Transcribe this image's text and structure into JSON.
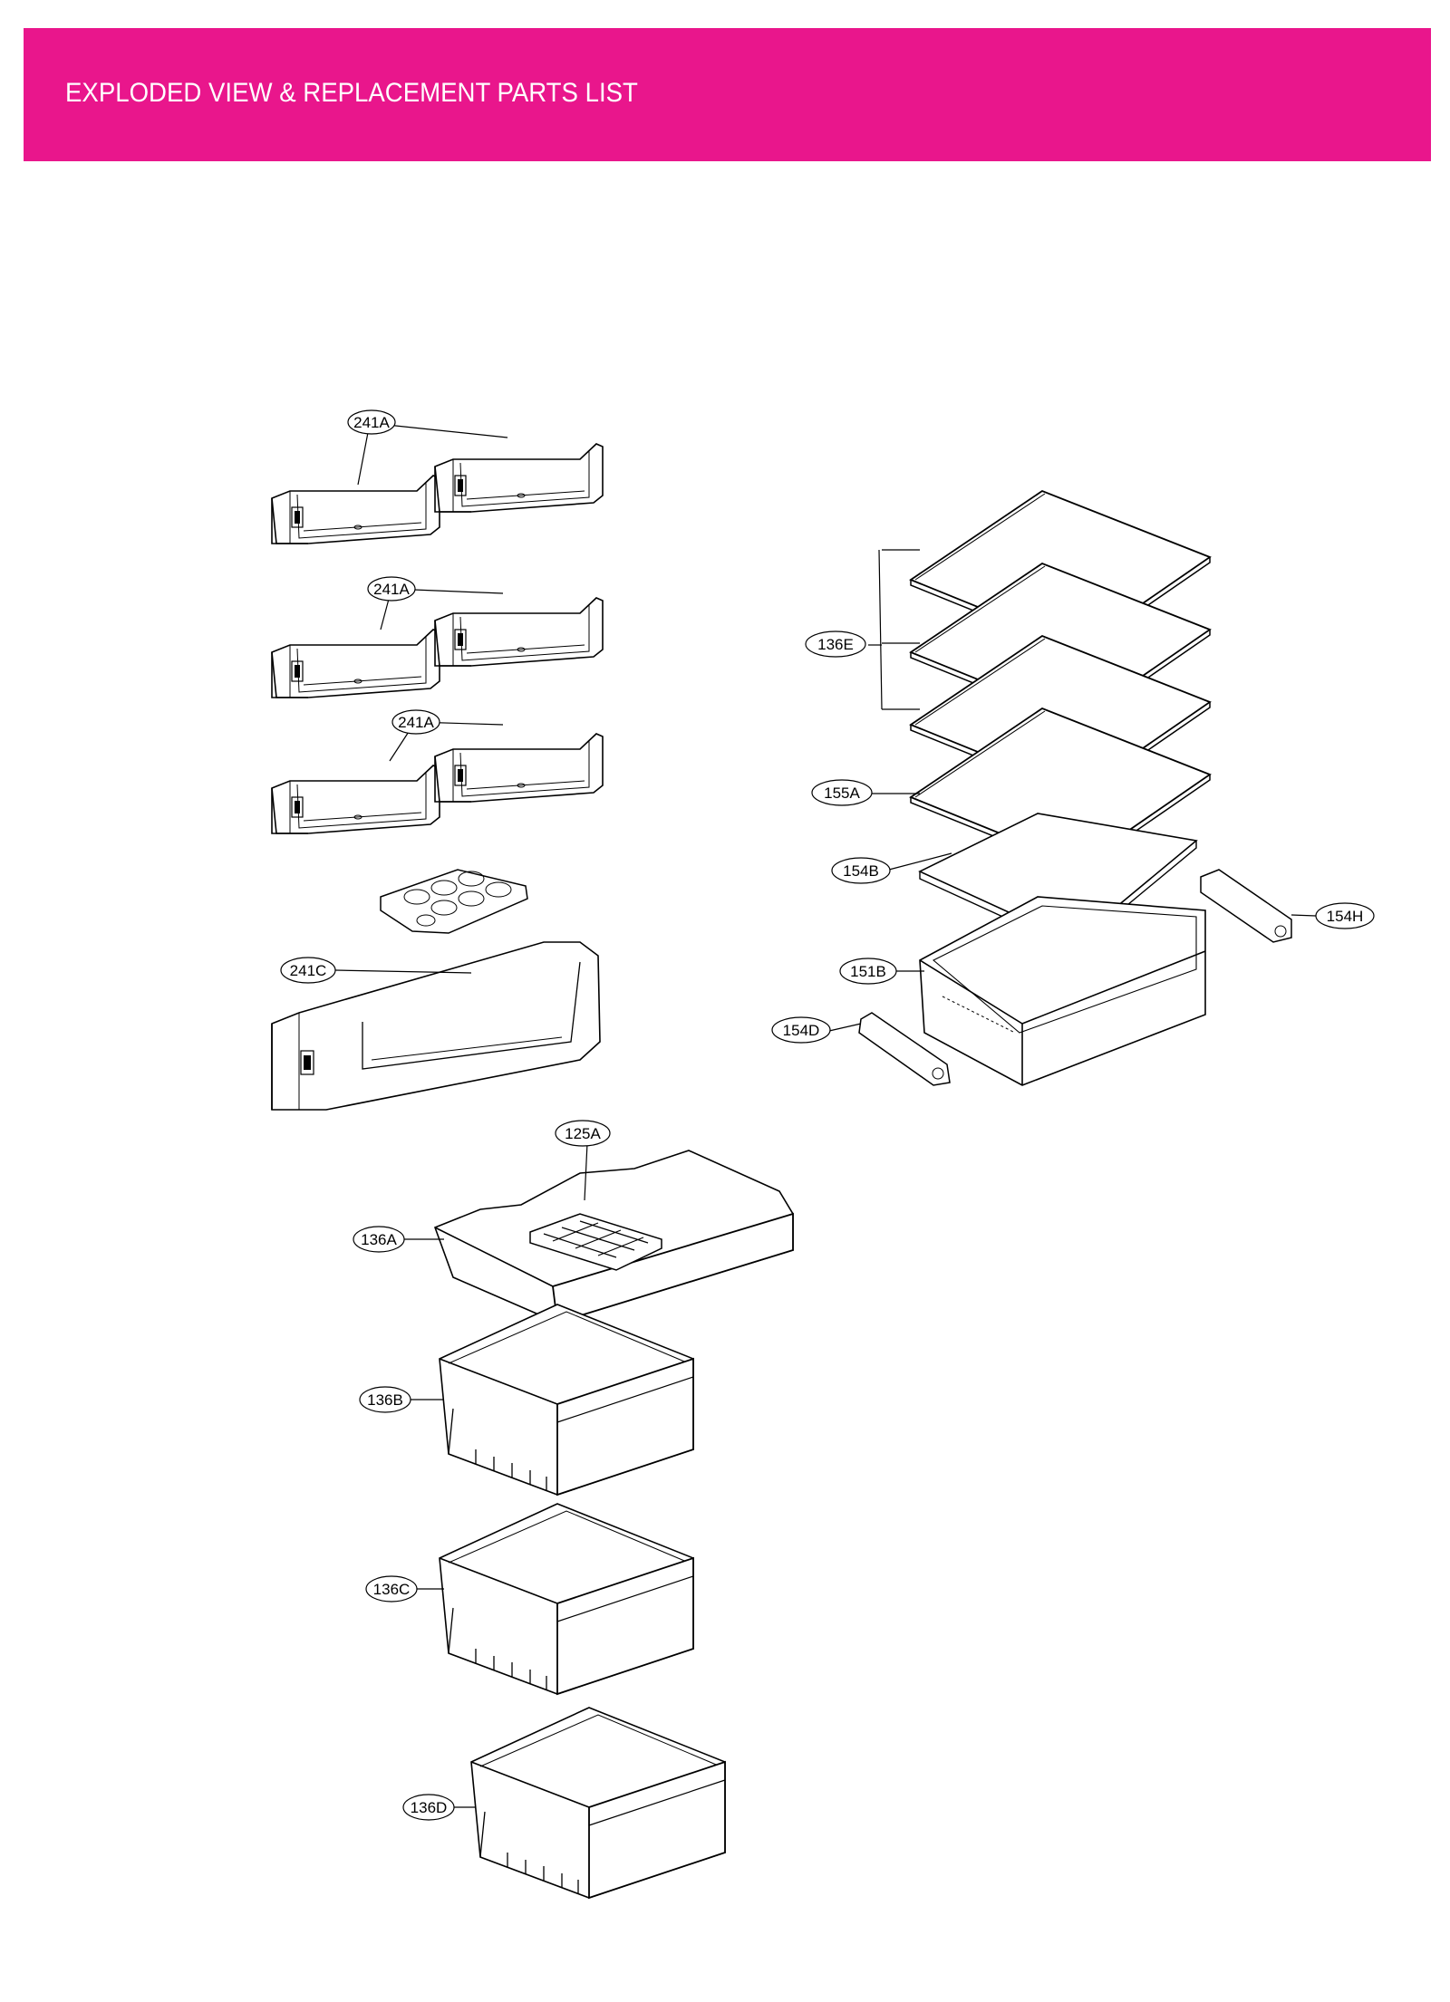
{
  "header": {
    "title": "EXPLODED VIEW & REPLACEMENT PARTS LIST",
    "color": "#e9168c"
  },
  "callouts": {
    "bin_top": "241A",
    "bin_middle": "241A",
    "bin_lower": "241A",
    "bin_large": "241C",
    "shelf_group": "136E",
    "shelf_glass": "155A",
    "crisper_cover": "154B",
    "rail_right": "154H",
    "crisper_drawer": "151B",
    "rail_left": "154D",
    "ice_tray": "125A",
    "tray_top": "136A",
    "drawer_1": "136B",
    "drawer_2": "136C",
    "drawer_3": "136D"
  }
}
